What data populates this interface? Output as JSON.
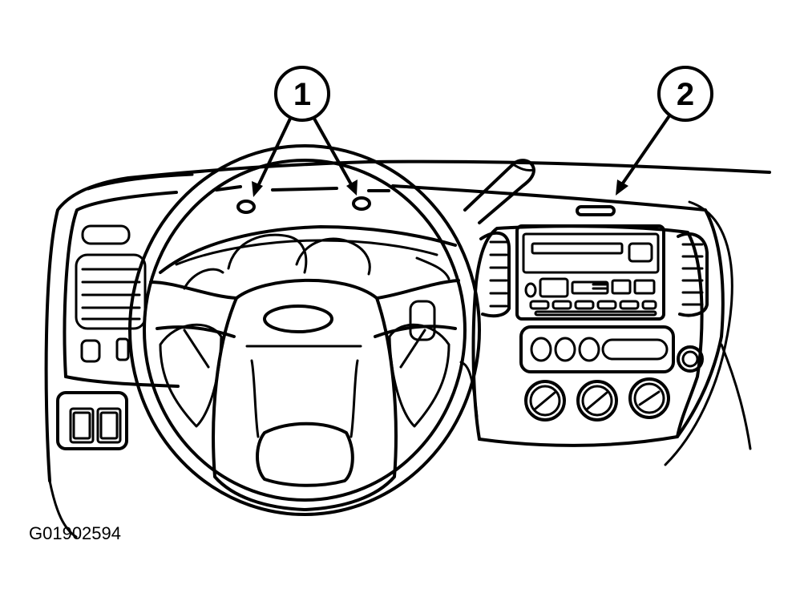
{
  "callouts": [
    {
      "label": "1"
    },
    {
      "label": "2"
    }
  ],
  "figure_code": "G01902594"
}
